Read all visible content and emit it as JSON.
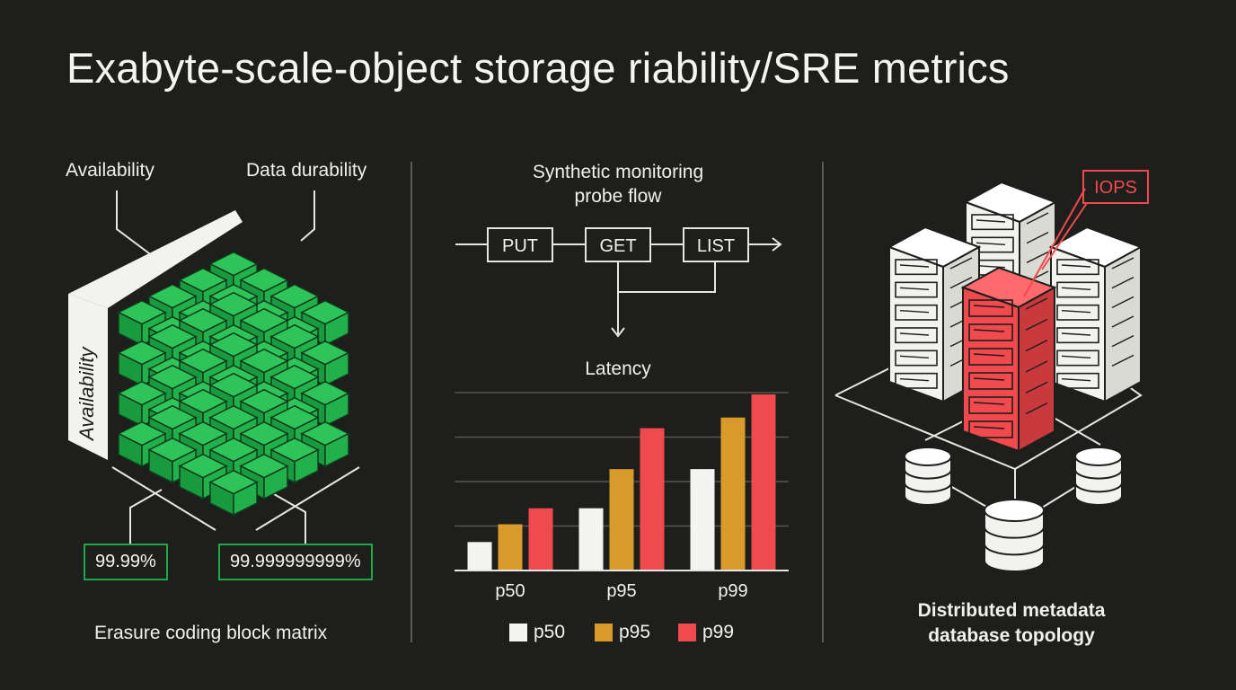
{
  "title": "Exabyte-scale-object storage riability/SRE metrics",
  "left_panel": {
    "label_availability": "Availability",
    "label_durability": "Data durability",
    "side_label": "Availability",
    "badge_availability": "99.99%",
    "badge_durability": "99.999999999%",
    "caption": "Erasure coding block matrix"
  },
  "middle_panel": {
    "flow_title_line1": "Synthetic monitoring",
    "flow_title_line2": "probe flow",
    "flow_steps": [
      "PUT",
      "GET",
      "LIST"
    ],
    "chart_title": "Latency"
  },
  "chart_data": {
    "type": "bar",
    "title": "Latency",
    "categories": [
      "p50",
      "p95",
      "p99"
    ],
    "series": [
      {
        "name": "p50",
        "color": "#f4f4f0",
        "values": [
          1.6,
          3.5,
          5.7
        ]
      },
      {
        "name": "p95",
        "color": "#d89a2b",
        "values": [
          2.6,
          5.7,
          8.6
        ]
      },
      {
        "name": "p99",
        "color": "#f04a4f",
        "values": [
          3.5,
          8.0,
          9.9
        ]
      }
    ],
    "ylim": [
      0,
      10
    ],
    "grid": true,
    "legend": "bottom"
  },
  "right_panel": {
    "callout": "IOPS",
    "caption_line1": "Distributed metadata",
    "caption_line2": "database topology"
  },
  "colors": {
    "background": "#1e1e1c",
    "accent_green": "#1fa84a",
    "accent_red": "#f04a4f",
    "accent_amber": "#d89a2b",
    "foreground": "#f4f4f0"
  }
}
